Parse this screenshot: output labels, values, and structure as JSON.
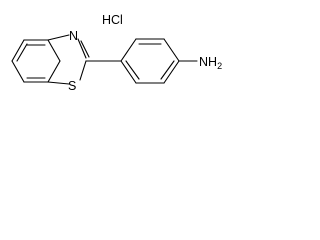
{
  "structure": {
    "salt_label": "HCl",
    "atom_N_ring": "N",
    "atom_S_ring": "S",
    "amine_label": "NH",
    "amine_subscript": "2"
  },
  "colors": {
    "bond": "#000000",
    "text": "#000000",
    "background": "#ffffff"
  }
}
